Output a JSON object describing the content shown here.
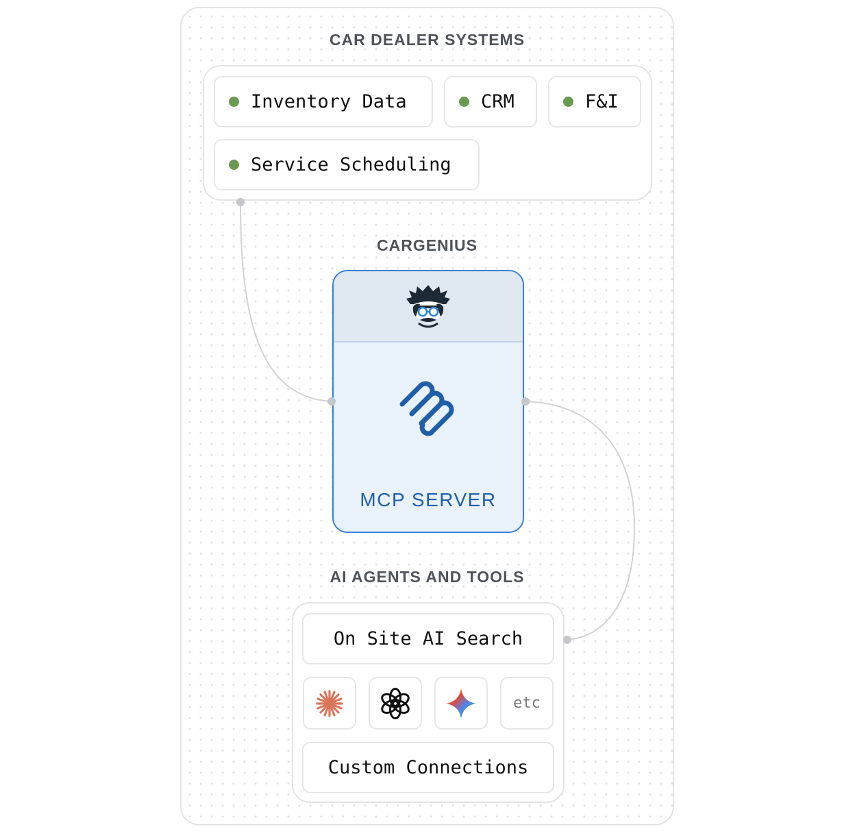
{
  "diagram": {
    "dealer_section": {
      "title": "CAR DEALER SYSTEMS",
      "systems": [
        "Inventory Data",
        "CRM",
        "F&I",
        "Service Scheduling"
      ]
    },
    "cargenius_section": {
      "title": "CARGENIUS",
      "card_label": "MCP SERVER",
      "logo_icon": "mascot-face-icon",
      "server_icon": "mcp-logo-icon"
    },
    "ai_section": {
      "title": "AI AGENTS AND TOOLS",
      "tools": {
        "on_site": "On Site AI Search",
        "custom": "Custom Connections",
        "etc": "etc"
      },
      "providers": [
        "claude-icon",
        "openai-icon",
        "gemini-icon"
      ]
    },
    "colors": {
      "status_dot": "#6a9a52",
      "mcp_accent": "#1f5fa8",
      "mcp_border": "#3a7fd4"
    }
  }
}
